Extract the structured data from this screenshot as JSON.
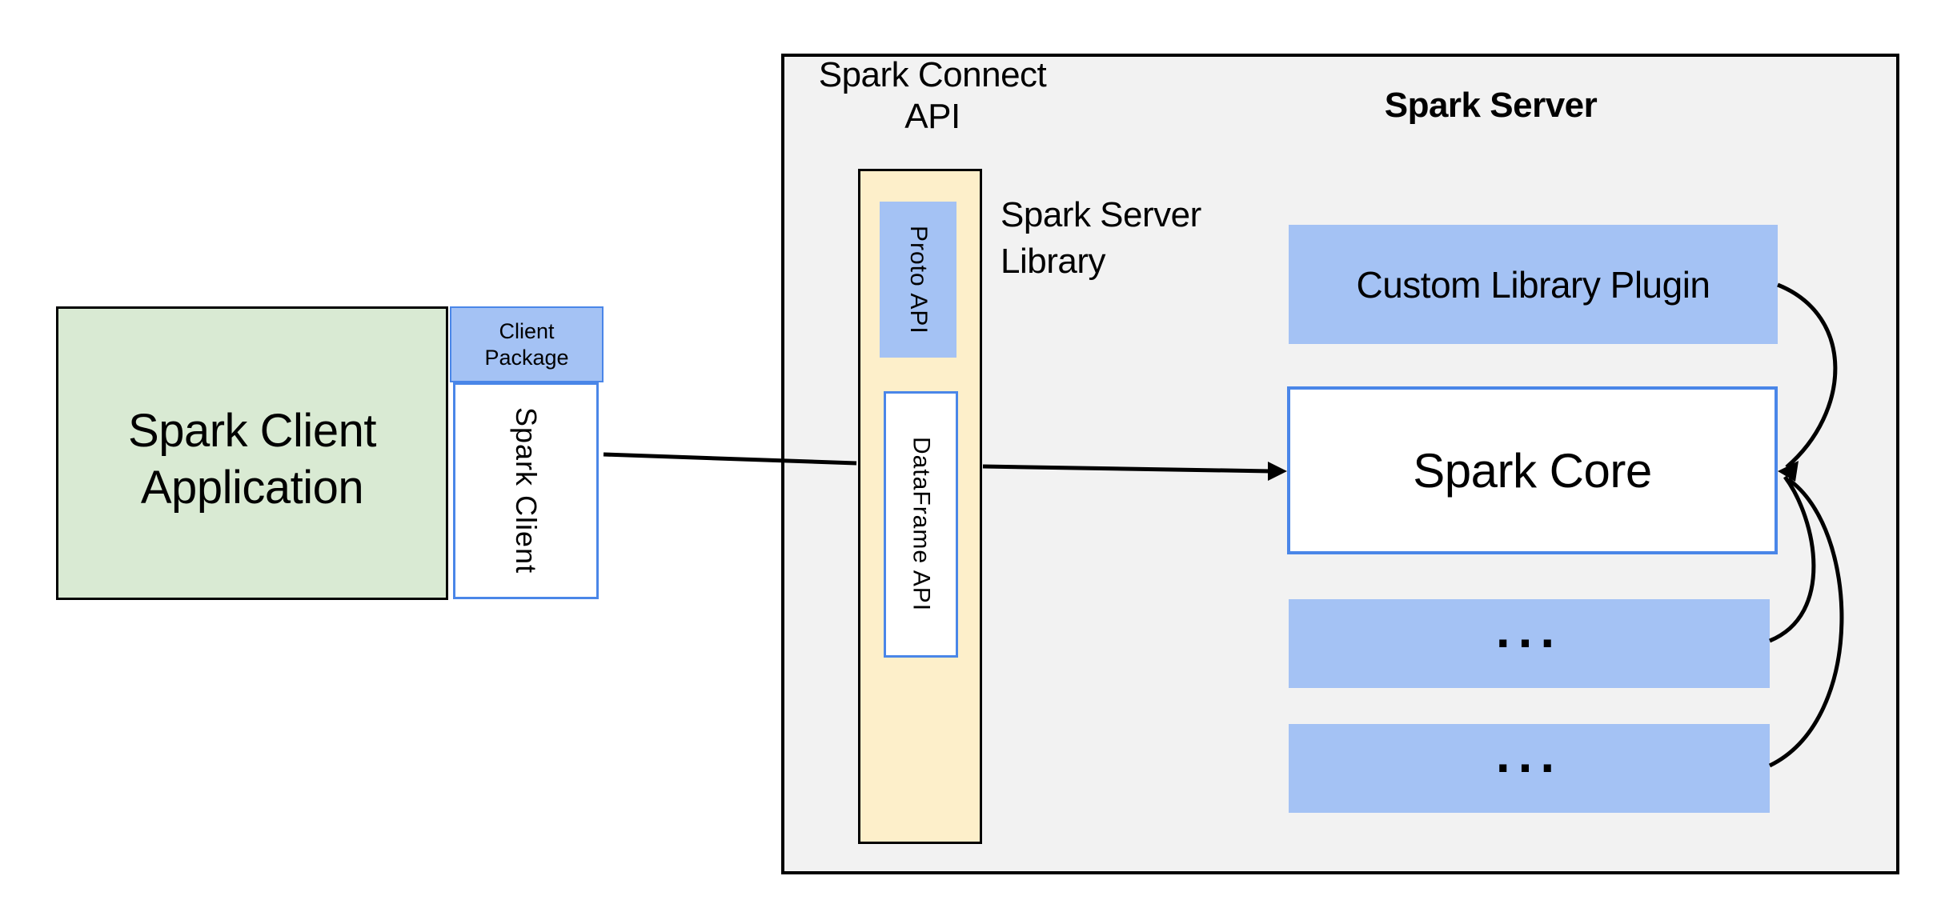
{
  "diagram": {
    "client_side": {
      "application_line1": "Spark Client",
      "application_line2": "Application",
      "package_line1": "Client",
      "package_line2": "Package",
      "spark_client_label": "Spark Client"
    },
    "connect_api": {
      "line1": "Spark Connect",
      "line2": "API"
    },
    "server": {
      "title": "Spark Server",
      "library_line1": "Spark Server",
      "library_line2": "Library",
      "proto_api_label": "Proto API",
      "dataframe_api_label": "DataFrame API",
      "custom_plugin_label": "Custom Library Plugin",
      "core_label": "Spark Core",
      "ellipsis_box_1": "...",
      "ellipsis_box_2": "..."
    },
    "colors": {
      "green_fill": "#d9ead3",
      "blue_fill": "#a4c2f4",
      "blue_border": "#4a86e8",
      "yellow_fill": "#fdefca",
      "panel_fill": "#f2f2f2",
      "line_color": "#000000",
      "background": "#ffffff"
    }
  }
}
